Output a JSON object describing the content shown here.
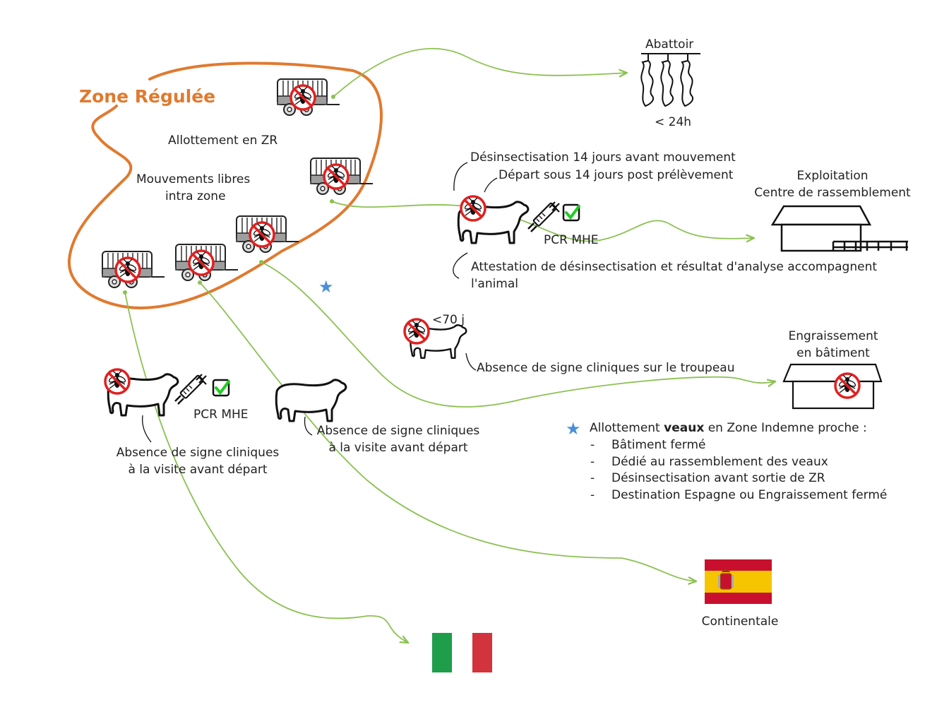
{
  "zone": {
    "title": "Zone Régulée",
    "color": "#e07a2f"
  },
  "zone_labels": {
    "allotement": "Allottement en ZR",
    "mouvements_line1": "Mouvements libres",
    "mouvements_line2": "intra zone"
  },
  "abattoir": {
    "title": "Abattoir",
    "delay": "< 24h"
  },
  "exploitation": {
    "line1": "Exploitation",
    "line2": "Centre de rassemblement",
    "note_desinsectisation": "Désinsectisation 14 jours avant mouvement",
    "note_depart": "Départ sous 14 jours post prélèvement",
    "test_label": "PCR MHE",
    "attestation_line1": "Attestation de désinsectisation et résultat d'analyse accompagnent",
    "attestation_line2": "l'animal"
  },
  "engraissement": {
    "line1": "Engraissement",
    "line2": "en bâtiment",
    "age_label": "<70 j",
    "note": "Absence de signe cliniques sur le troupeau"
  },
  "italy_path": {
    "test_label": "PCR MHE",
    "note_line1": "Absence de signe cliniques",
    "note_line2": "à la visite avant départ"
  },
  "spain_path": {
    "note_line1": "Absence de signe cliniques",
    "note_line2": "à la visite avant départ",
    "destination": "Continentale"
  },
  "legend": {
    "intro_before": "Allottement ",
    "intro_bold": "veaux",
    "intro_after": " en Zone Indemne proche :",
    "items": [
      "Bâtiment fermé",
      "Dédié au rassemblement des veaux",
      "Désinsectisation avant sortie de ZR",
      "Destination Espagne ou Engraissement fermé"
    ],
    "bullet": "-"
  },
  "colors": {
    "arrow": "#8cc152",
    "prohibition": "#e02020",
    "check": "#22cc22",
    "star": "#4a8fd6",
    "italy_green": "#1e9e4a",
    "italy_red": "#d2333c",
    "spain_red": "#c8102e",
    "spain_yellow": "#f6c500"
  }
}
